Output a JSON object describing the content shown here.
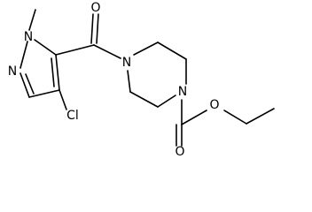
{
  "molecule": {
    "atoms": {
      "n1": "N",
      "n2": "N",
      "cl": "Cl",
      "o_ketone": "O",
      "n_pip_top": "N",
      "n_pip_bottom": "N",
      "o_carbonyl": "O",
      "o_ester": "O"
    }
  }
}
